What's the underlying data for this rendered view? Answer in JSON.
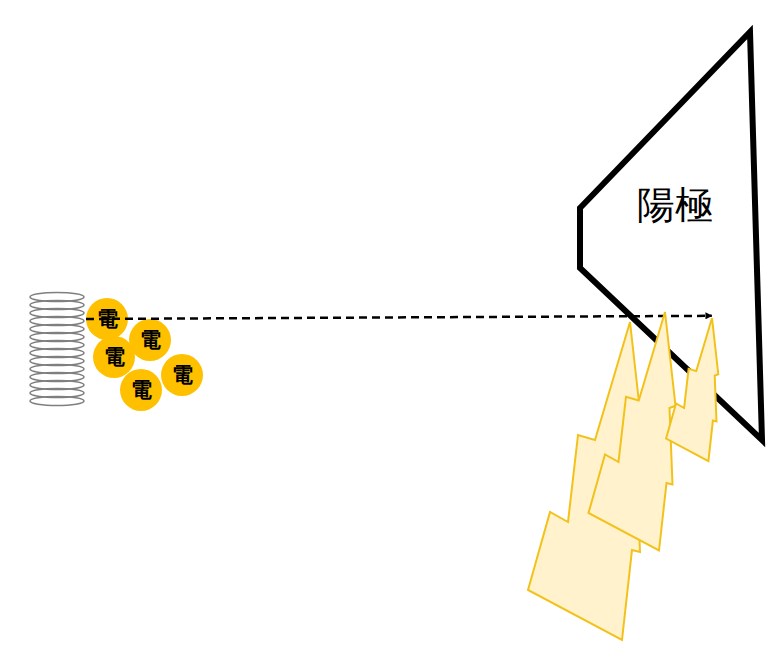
{
  "diagram": {
    "nodes": [
      {
        "text": [
          "陽極"
        ]
      },
      {
        "text": [
          "電"
        ]
      },
      {
        "text": [
          "電"
        ]
      },
      {
        "text": [
          "電"
        ]
      },
      {
        "text": [
          "電"
        ]
      },
      {
        "text": [
          "電"
        ]
      }
    ],
    "edges": [
      {
        "from": 1,
        "to": 0,
        "arrow": "to"
      }
    ]
  }
}
